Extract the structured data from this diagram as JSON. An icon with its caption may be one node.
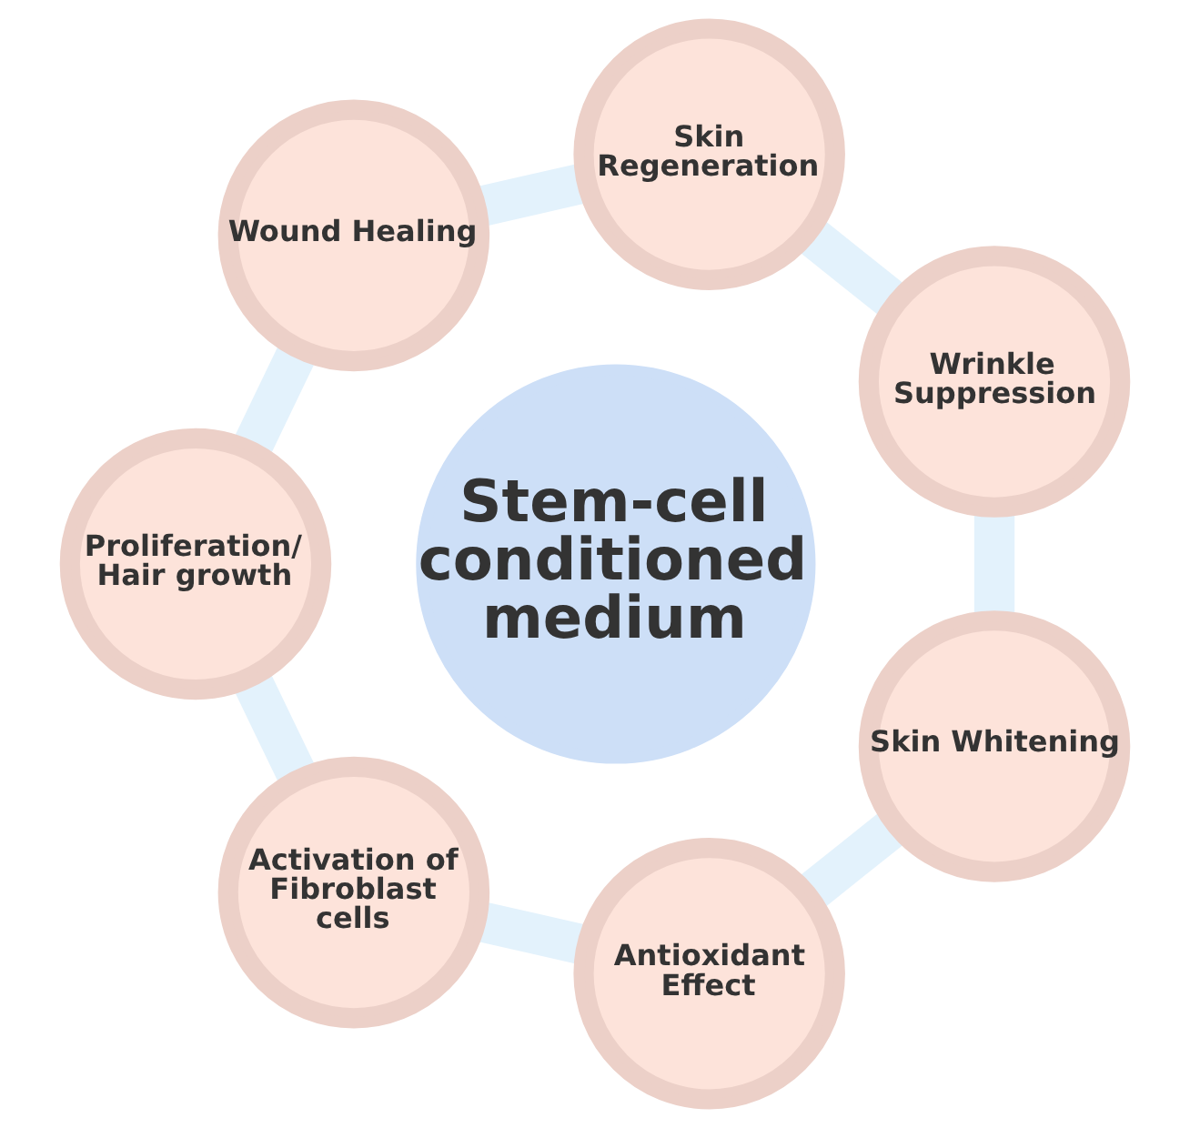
{
  "diagram": {
    "nodes": [
      {
        "text": [
          "Stem-cell conditioned medium"
        ]
      },
      {
        "text": [
          "Wrinkle Suppression"
        ]
      },
      {
        "text": [
          "Skin Regeneration"
        ]
      },
      {
        "text": [
          "Wound Healing"
        ]
      },
      {
        "text": [
          "Proliferation/ Hair growth"
        ]
      },
      {
        "text": [
          "Activation of Fibroblast cells"
        ]
      },
      {
        "text": [
          "Antioxidant Effect"
        ]
      },
      {
        "text": [
          "Skin Whitening"
        ]
      }
    ],
    "edges": [
      {
        "from": 1,
        "to": 2,
        "arrow": "none"
      },
      {
        "from": 2,
        "to": 3,
        "arrow": "none"
      },
      {
        "from": 3,
        "to": 4,
        "arrow": "none"
      },
      {
        "from": 4,
        "to": 5,
        "arrow": "none"
      },
      {
        "from": 5,
        "to": 6,
        "arrow": "none"
      },
      {
        "from": 6,
        "to": 7,
        "arrow": "none"
      },
      {
        "from": 7,
        "to": 1,
        "arrow": "none"
      }
    ]
  }
}
